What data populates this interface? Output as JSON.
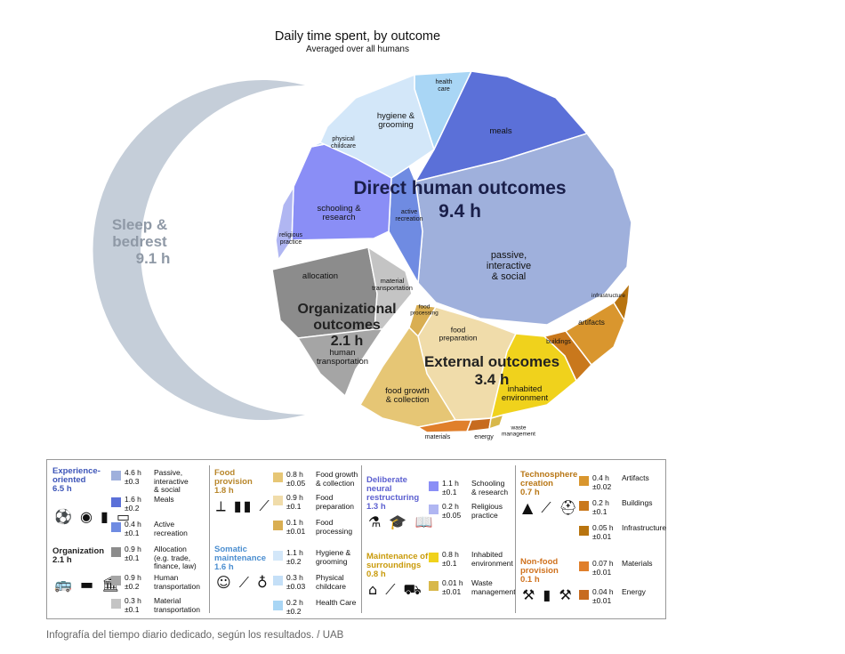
{
  "chart_data": {
    "type": "pie",
    "title": "Daily time spent, by outcome",
    "subtitle": "Averaged over all humans",
    "sleep": {
      "label": "Sleep & bedrest",
      "value": "9.1 h",
      "hours": 9.1,
      "color": "#c5ced9"
    },
    "groups": [
      {
        "name": "Direct human outcomes",
        "value": "9.4 h",
        "hours": 9.4
      },
      {
        "name": "Organizational outcomes",
        "value": "2.1 h",
        "hours": 2.1
      },
      {
        "name": "External outcomes",
        "value": "3.4 h",
        "hours": 3.4
      }
    ],
    "slices": [
      {
        "label": "health care",
        "hours": 0.2,
        "color": "#a9d6f5"
      },
      {
        "label": "meals",
        "hours": 1.6,
        "color": "#5b70d8"
      },
      {
        "label": "passive, interactive & social",
        "hours": 4.6,
        "color": "#9fb0dc"
      },
      {
        "label": "active recreation",
        "hours": 0.4,
        "color": "#6f8be2"
      },
      {
        "label": "schooling & research",
        "hours": 1.1,
        "color": "#8a8ef6"
      },
      {
        "label": "religious practice",
        "hours": 0.2,
        "color": "#b0b6f2"
      },
      {
        "label": "physical childcare",
        "hours": 0.3,
        "color": "#c4dff7"
      },
      {
        "label": "hygiene & grooming",
        "hours": 1.1,
        "color": "#d3e7f9"
      },
      {
        "label": "allocation",
        "hours": 0.9,
        "color": "#8c8c8c"
      },
      {
        "label": "material transportation",
        "hours": 0.3,
        "color": "#c4c4c4"
      },
      {
        "label": "human transportation",
        "hours": 0.9,
        "color": "#a5a5a5"
      },
      {
        "label": "food processing",
        "hours": 0.1,
        "color": "#d9ae52"
      },
      {
        "label": "food preparation",
        "hours": 0.9,
        "color": "#f0dcaa"
      },
      {
        "label": "food growth & collection",
        "hours": 0.8,
        "color": "#e6c675"
      },
      {
        "label": "materials",
        "hours": 0.07,
        "color": "#e07f2b"
      },
      {
        "label": "energy",
        "hours": 0.04,
        "color": "#c76b1f"
      },
      {
        "label": "waste management",
        "hours": 0.01,
        "color": "#d8b84a"
      },
      {
        "label": "inhabited environment",
        "hours": 0.8,
        "color": "#f0d21c"
      },
      {
        "label": "buildings",
        "hours": 0.2,
        "color": "#c9781c"
      },
      {
        "label": "artifacts",
        "hours": 0.4,
        "color": "#d9962e"
      },
      {
        "label": "infrastructure",
        "hours": 0.05,
        "color": "#b8740f"
      }
    ]
  },
  "pie_labels": {
    "health_care": "health\ncare",
    "meals": "meals",
    "passive": "passive,\ninteractive\n& social",
    "active": "active\nrecreation",
    "schooling": "schooling &\nresearch",
    "religious": "religious\npractice",
    "physical": "physical\nchildcare",
    "hygiene": "hygiene &\ngrooming",
    "allocation": "allocation",
    "material_transport": "material\ntransportation",
    "human_transport": "human\ntransportation",
    "food_processing": "food\nprocessing",
    "food_preparation": "food\npreparation",
    "food_growth": "food growth\n& collection",
    "materials": "materials",
    "energy": "energy",
    "waste": "waste\nmanagement",
    "inhabited": "inhabited\nenvironment",
    "buildings": "buildings",
    "artifacts": "artifacts",
    "infrastructure": "infrastructure"
  },
  "legend": {
    "col1": {
      "groups": [
        {
          "name": "Experience-\noriented",
          "hours": "6.5 h",
          "color": "#3d55b8",
          "icons": "⚽ ◉ ▮ ▭"
        },
        {
          "name": "Organization",
          "hours": "2.1 h",
          "color": "#222222",
          "icons": "🚌 ▬ 🏛"
        }
      ],
      "rows": [
        {
          "h": "4.6 h\n±0.3",
          "name": "Passive,\ninteractive\n& social",
          "color": "#9fb0dc"
        },
        {
          "h": "1.6 h\n±0.2",
          "name": "Meals",
          "color": "#5b70d8"
        },
        {
          "h": "0.4 h\n±0.1",
          "name": "Active\nrecreation",
          "color": "#6f8be2"
        },
        {
          "h": "0.9 h\n±0.1",
          "name": "Allocation\n(e.g. trade,\nfinance, law)",
          "color": "#8c8c8c"
        },
        {
          "h": "0.9 h\n±0.2",
          "name": "Human\ntransportation",
          "color": "#a5a5a5"
        },
        {
          "h": "0.3 h\n±0.1",
          "name": "Material\ntransportation",
          "color": "#c4c4c4"
        }
      ]
    },
    "col2": {
      "groups": [
        {
          "name": "Food\nprovision",
          "hours": "1.8 h",
          "color": "#b8862a",
          "icons": "⟂ ▮▮ ⟋"
        },
        {
          "name": "Somatic\nmaintenance",
          "hours": "1.6 h",
          "color": "#4b8ed0",
          "icons": "☺ ⟋ ♁"
        }
      ],
      "rows": [
        {
          "h": "0.8 h\n±0.05",
          "name": "Food growth\n& collection",
          "color": "#e6c675"
        },
        {
          "h": "0.9 h\n±0.1",
          "name": "Food\npreparation",
          "color": "#f0dcaa"
        },
        {
          "h": "0.1 h\n±0.01",
          "name": "Food\nprocessing",
          "color": "#d9ae52"
        },
        {
          "h": "1.1 h\n±0.2",
          "name": "Hygiene &\ngrooming",
          "color": "#d3e7f9"
        },
        {
          "h": "0.3 h\n±0.03",
          "name": "Physical\nchildcare",
          "color": "#c4dff7"
        },
        {
          "h": "0.2 h\n±0.2",
          "name": "Health Care",
          "color": "#a9d6f5"
        }
      ]
    },
    "col3": {
      "groups": [
        {
          "name": "Deliberate\nneural\nrestructuring",
          "hours": "1.3 h",
          "color": "#5b5fd0",
          "icons": "⚗ 🎓 📖"
        },
        {
          "name": "Maintenance of\nsurroundings",
          "hours": "0.8 h",
          "color": "#c99a0a",
          "icons": "⌂ ⟋ ⛟"
        }
      ],
      "rows": [
        {
          "h": "1.1 h\n±0.1",
          "name": "Schooling\n& research",
          "color": "#8a8ef6"
        },
        {
          "h": "0.2 h\n±0.05",
          "name": "Religious\npractice",
          "color": "#b0b6f2"
        },
        {
          "h": "0.8 h\n±0.1",
          "name": "Inhabited\nenvironment",
          "color": "#f0d21c"
        },
        {
          "h": "0.01 h\n±0.01",
          "name": "Waste\nmanagement",
          "color": "#d8b84a"
        }
      ]
    },
    "col4": {
      "groups": [
        {
          "name": "Technosphere\ncreation",
          "hours": "0.7 h",
          "color": "#b87614",
          "icons": "▲ ⟋ ⛑"
        },
        {
          "name": "Non-food\nprovision",
          "hours": "0.1 h",
          "color": "#d0721e",
          "icons": "⚒ ▮ ⚒"
        }
      ],
      "rows": [
        {
          "h": "0.4 h\n±0.02",
          "name": "Artifacts",
          "color": "#d9962e"
        },
        {
          "h": "0.2 h\n±0.1",
          "name": "Buildings",
          "color": "#c9781c"
        },
        {
          "h": "0.05 h\n±0.01",
          "name": "Infrastructure",
          "color": "#b8740f"
        },
        {
          "h": "0.07 h\n±0.01",
          "name": "Materials",
          "color": "#e07f2b"
        },
        {
          "h": "0.04 h\n±0.01",
          "name": "Energy",
          "color": "#c76b1f"
        }
      ]
    }
  },
  "caption": "Infografía del tiempo diario dedicado, según los resultados. / UAB"
}
